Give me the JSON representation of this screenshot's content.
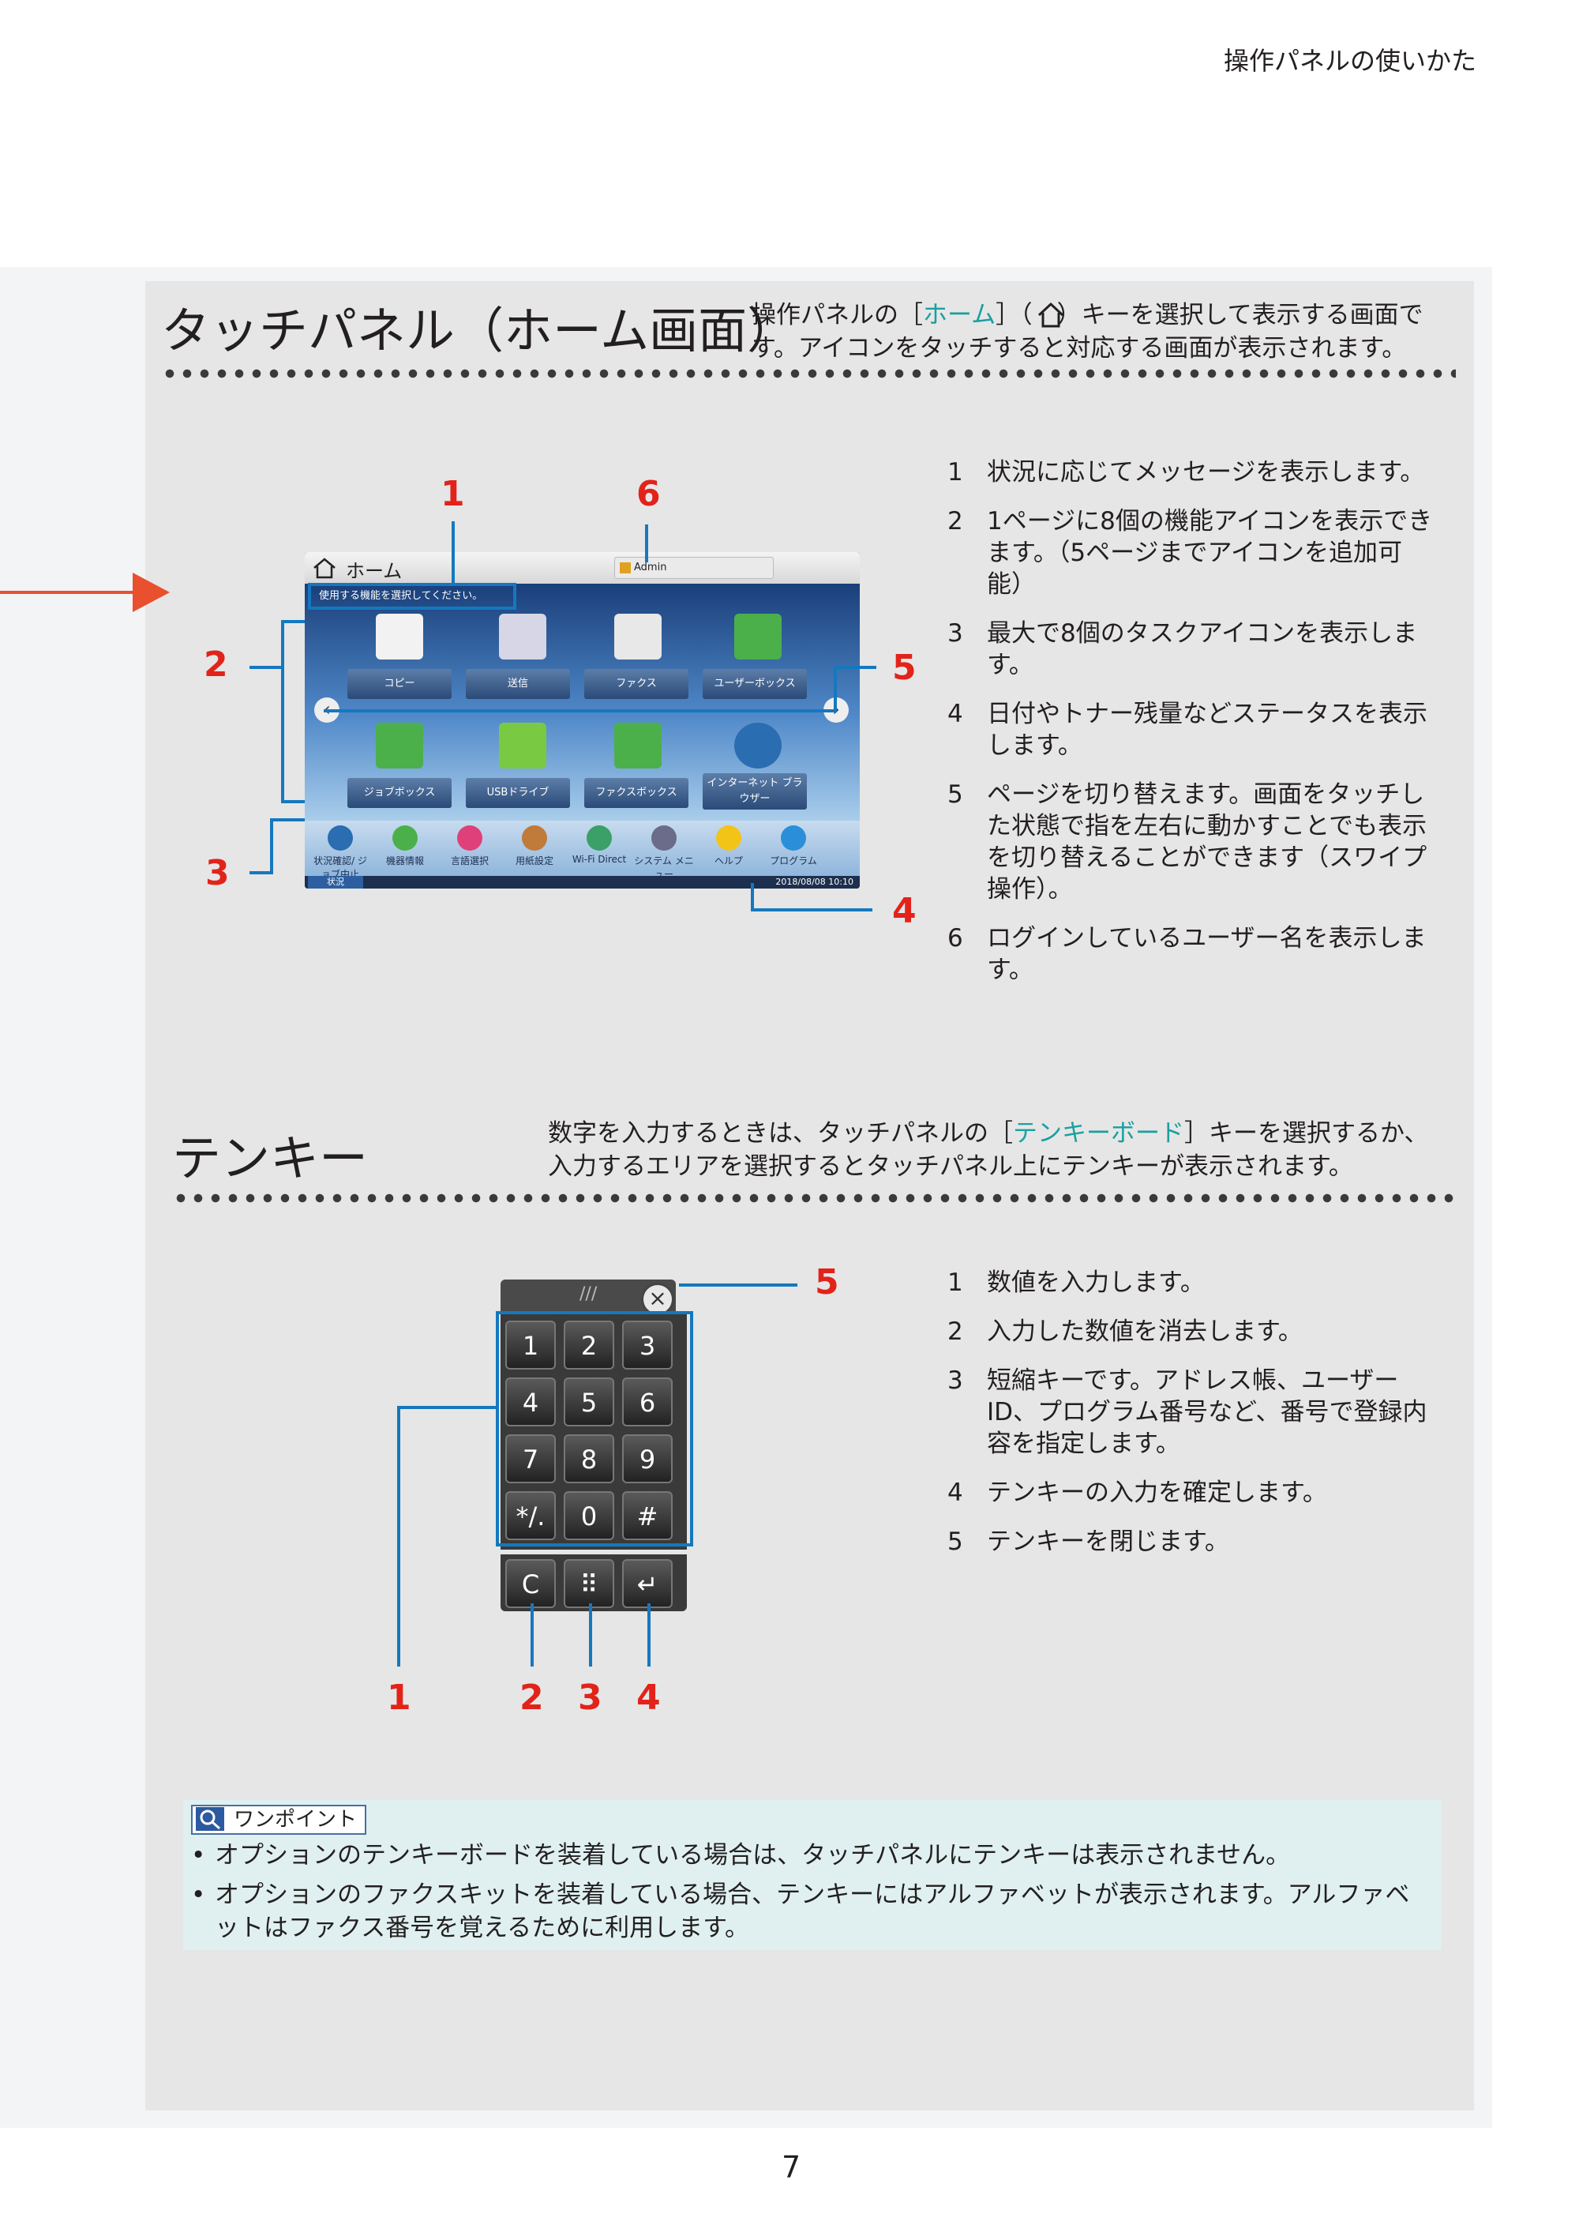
{
  "header": {
    "section_title": "操作パネルの使いかた"
  },
  "touch_panel": {
    "heading": "タッチパネル（ホーム画面）",
    "intro_before": "操作パネルの［",
    "intro_link": "ホーム",
    "intro_after": "］（　）キーを選択して表示する画面で",
    "intro_line2": "す。アイコンをタッチすると対応する画面が表示されます。",
    "screen": {
      "title": "ホーム",
      "message": "使用する機能を選択してください。",
      "user": "Admin",
      "apps_row1": [
        "コピー",
        "送信",
        "ファクス",
        "ユーザーボックス"
      ],
      "apps_row2": [
        "ジョブボックス",
        "USBドライブ",
        "ファクスボックス",
        "インターネット ブラウザー"
      ],
      "tasks": [
        "状況確認/ ジョブ中止",
        "機器情報",
        "言語選択",
        "用紙設定",
        "Wi-Fi Direct",
        "システム メニュー",
        "ヘルプ",
        "プログラム"
      ],
      "status_label": "状況",
      "datetime": "2018/08/08  10:10",
      "icon_colors": {
        "accent": "#1578bf",
        "callout": "#e2231a"
      }
    },
    "callouts": [
      "1",
      "6",
      "2",
      "5",
      "3",
      "4"
    ],
    "items": [
      {
        "num": "1",
        "text": "状況に応じてメッセージを表示します。"
      },
      {
        "num": "2",
        "text": "1ページに8個の機能アイコンを表示できます。（5ページまでアイコンを追加可能）"
      },
      {
        "num": "3",
        "text": "最大で8個のタスクアイコンを表示します。"
      },
      {
        "num": "4",
        "text": "日付やトナー残量などステータスを表示します。"
      },
      {
        "num": "5",
        "text": "ページを切り替えます。画面をタッチした状態で指を左右に動かすことでも表示を切り替えることができます（スワイプ操作）。"
      },
      {
        "num": "6",
        "text": "ログインしているユーザー名を表示します。"
      }
    ]
  },
  "tenkey": {
    "heading": "テンキー",
    "intro_before": "数字を入力するときは、タッチパネルの［",
    "intro_link": "テンキーボード",
    "intro_after": "］キーを選択するか、",
    "intro_line2": "入力するエリアを選択するとタッチパネル上にテンキーが表示されます。",
    "keys": [
      "1",
      "2",
      "3",
      "4",
      "5",
      "6",
      "7",
      "8",
      "9",
      "*/.",
      "0",
      "#"
    ],
    "bottom_keys": [
      "C",
      "⠿",
      "↵"
    ],
    "callouts": [
      "5",
      "1",
      "2",
      "3",
      "4"
    ],
    "items": [
      {
        "num": "1",
        "text": "数値を入力します。"
      },
      {
        "num": "2",
        "text": "入力した数値を消去します。"
      },
      {
        "num": "3",
        "text": "短縮キーです。アドレス帳、ユーザーID、プログラム番号など、番号で登録内容を指定します。"
      },
      {
        "num": "4",
        "text": "テンキーの入力を確定します。"
      },
      {
        "num": "5",
        "text": "テンキーを閉じます。"
      }
    ]
  },
  "onepoint": {
    "title": "ワンポイント",
    "bullets": [
      "オプションのテンキーボードを装着している場合は、タッチパネルにテンキーは表示されません。",
      "オプションのファクスキットを装着している場合、テンキーにはアルファベットが表示されます。アルファベットはファクス番号を覚えるために利用します。"
    ]
  },
  "page_number": "7"
}
